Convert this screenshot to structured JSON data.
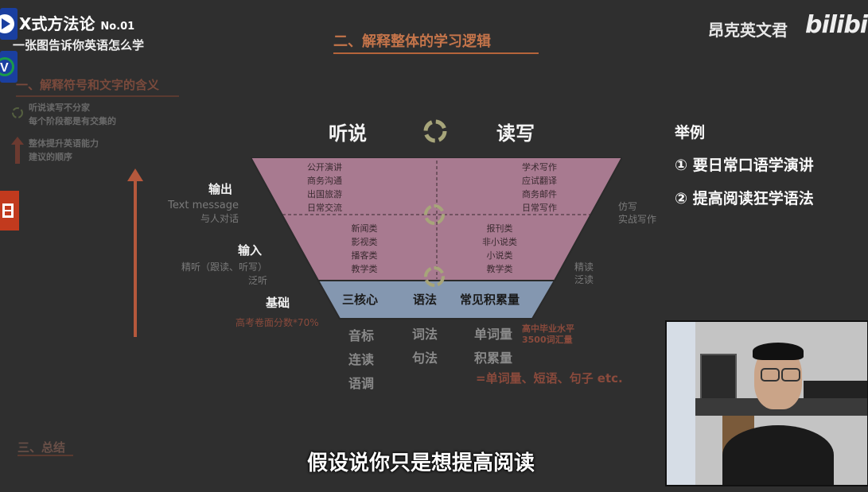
{
  "header": {
    "series_title": "X式方法论",
    "series_no": "No.01",
    "series_subtitle": "一张图告诉你英语怎么学",
    "section_title": "二、解释整体的学习逻辑",
    "channel_name": "昂克英文君",
    "platform_logo": "bilibili"
  },
  "left_panel": {
    "section1_title": "一、解释符号和文字的含义",
    "legend": [
      {
        "icon": "cycle-icon",
        "line1": "听说读写不分家",
        "line2": "每个阶段都是有交集的"
      },
      {
        "icon": "up-arrow-icon",
        "line1": "整体提升英语能力",
        "line2": "建议的顺序"
      }
    ],
    "section3_title": "三、总结"
  },
  "diagram": {
    "col_left_title": "听说",
    "col_right_title": "读写",
    "output": {
      "title": "输出",
      "desc1": "Text message",
      "desc2": "与人对话",
      "left_items": [
        "公开演讲",
        "商务沟通",
        "出国旅游",
        "日常交流"
      ],
      "right_items": [
        "学术写作",
        "应试翻译",
        "商务邮件",
        "日常写作"
      ],
      "right_note1": "仿写",
      "right_note2": "实战写作"
    },
    "input": {
      "title": "输入",
      "desc1": "精听（跟读、听写）",
      "desc2": "泛听",
      "left_items": [
        "新闻类",
        "影视类",
        "播客类",
        "教学类"
      ],
      "right_items": [
        "报刊类",
        "非小说类",
        "小说类",
        "教学类"
      ],
      "right_note1": "精读",
      "right_note2": "泛读"
    },
    "base": {
      "title": "基础",
      "desc": "高考卷面分数*70%",
      "cells": [
        "三核心",
        "语法",
        "常见积累量"
      ]
    },
    "below": {
      "col1": [
        "音标",
        "连读",
        "语调"
      ],
      "col2": [
        "词法",
        "句法"
      ],
      "col3": [
        "单词量",
        "积累量"
      ],
      "note1": "高中毕业水平",
      "note2": "3500词汇量",
      "formula": "=单词量、短语、句子 etc."
    }
  },
  "examples": {
    "title": "举例",
    "items": [
      "① 要日常口语学演讲",
      "② 提高阅读狂学语法"
    ]
  },
  "subtitle": "假设说你只是想提高阅读",
  "colors": {
    "background": "#2f2f2f",
    "trapezoid_top": "#a87a90",
    "trapezoid_base": "#8497b0",
    "accent": "#b5643a"
  }
}
